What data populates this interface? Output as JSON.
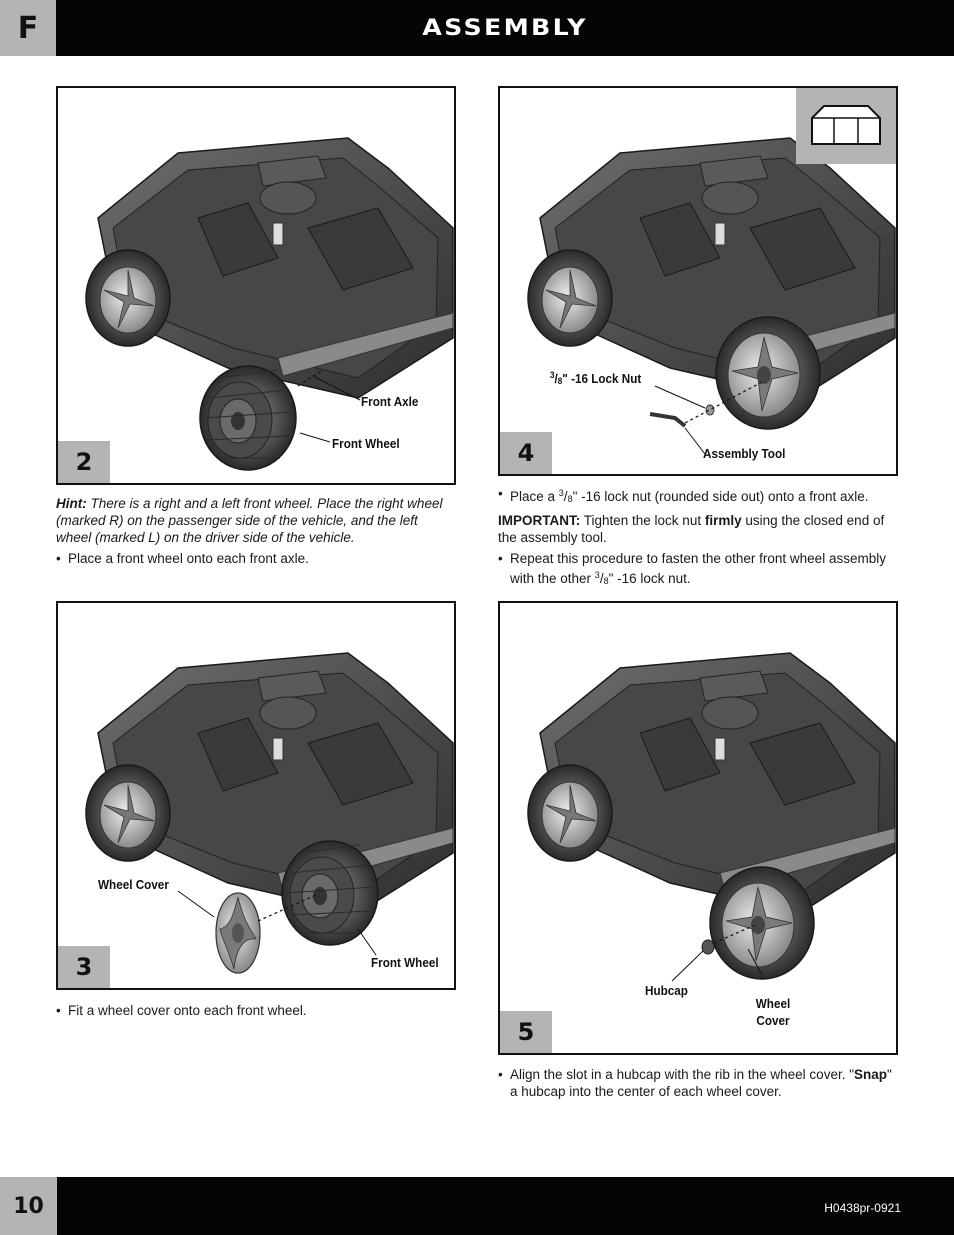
{
  "header": {
    "section_letter": "F",
    "title": "ASSEMBLY"
  },
  "footer": {
    "page_number": "10",
    "doc_code": "H0438pr-0921"
  },
  "steps": [
    {
      "number": "2",
      "callouts": {
        "front_axle": "Front Axle",
        "front_wheel": "Front Wheel"
      },
      "hint_label": "Hint:",
      "hint_text": "There is a right and a left front wheel. Place the right wheel (marked R) on the passenger side of the vehicle, and the left wheel (marked L) on the driver side of the vehicle.",
      "bullets": [
        "Place a front wheel onto each front axle."
      ]
    },
    {
      "number": "3",
      "callouts": {
        "wheel_cover": "Wheel Cover",
        "front_wheel": "Front Wheel"
      },
      "bullets": [
        "Fit a wheel cover onto each front wheel."
      ]
    },
    {
      "number": "4",
      "callouts": {
        "frac_num": "3",
        "frac_den": "8",
        "lock_nut": "\" -16 Lock Nut",
        "assembly_tool": "Assembly Tool"
      },
      "bullet1_a": "Place a ",
      "bullet1_num": "3",
      "bullet1_den": "8",
      "bullet1_b": "\" -16 lock nut (rounded side out) onto a front axle.",
      "important_label": "IMPORTANT:",
      "important_a": " Tighten the lock nut ",
      "important_bold": "firmly",
      "important_b": " using the closed end of the assembly tool.",
      "bullet2_a": "Repeat this procedure to fasten the other front wheel assembly with the other ",
      "bullet2_num": "3",
      "bullet2_den": "8",
      "bullet2_b": "\" -16 lock nut."
    },
    {
      "number": "5",
      "callouts": {
        "hubcap": "Hubcap",
        "wheel_cover_1": "Wheel",
        "wheel_cover_2": "Cover"
      },
      "bullet_a": "Align the slot in a hubcap with the rib in the wheel cover. \"",
      "bullet_bold": "Snap",
      "bullet_b": "\" a hubcap into the center of each wheel cover."
    }
  ]
}
